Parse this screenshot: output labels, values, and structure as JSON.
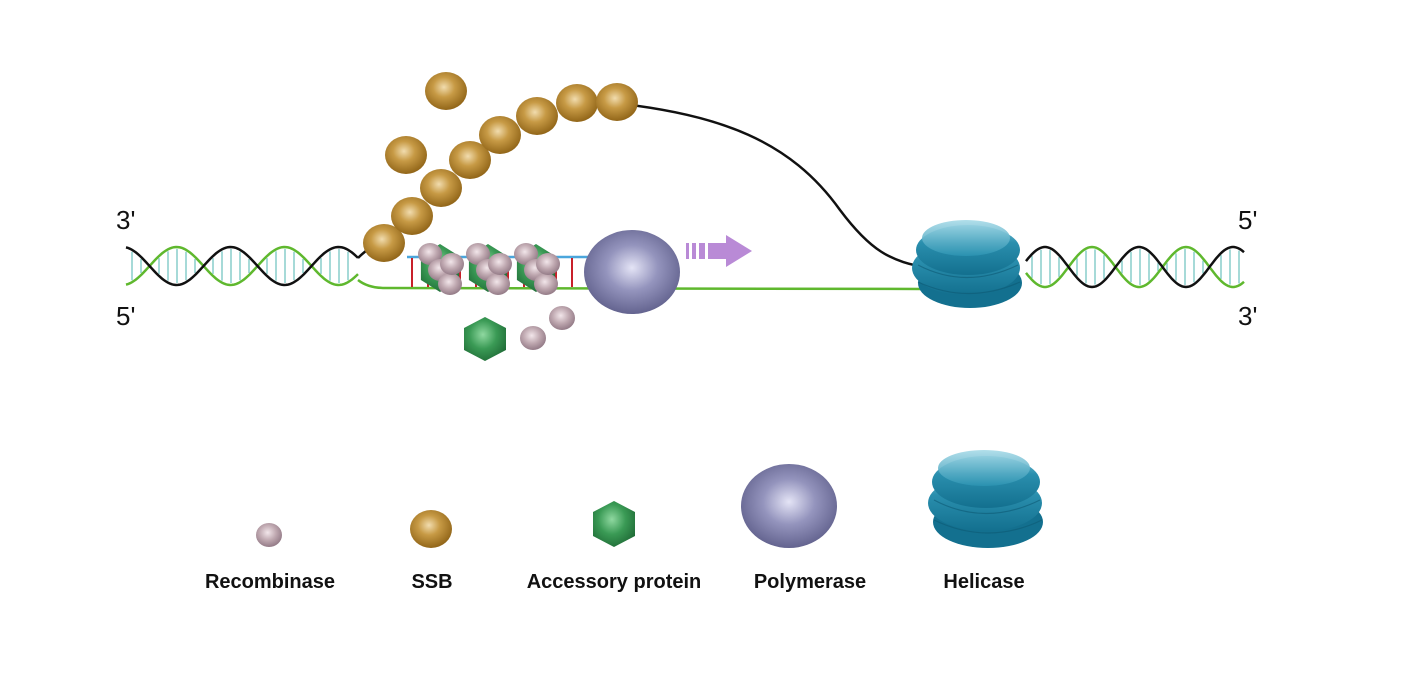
{
  "strand_ends": {
    "left_top": "3'",
    "left_bottom": "5'",
    "right_top": "5'",
    "right_bottom": "3'"
  },
  "legend": [
    {
      "key": "recombinase",
      "label": "Recombinase",
      "icon": "recombinase-icon"
    },
    {
      "key": "ssb",
      "label": "SSB",
      "icon": "ssb-icon"
    },
    {
      "key": "accessory",
      "label": "Accessory protein",
      "icon": "accessory-protein-icon"
    },
    {
      "key": "polymerase",
      "label": "Polymerase",
      "icon": "polymerase-icon"
    },
    {
      "key": "helicase",
      "label": "Helicase",
      "icon": "helicase-icon"
    }
  ],
  "colors": {
    "strand_black": "#111111",
    "strand_green": "#5fb82e",
    "base_pair": "#8fd0cf",
    "primer_blue": "#4aa6dc",
    "primer_red": "#c8202a",
    "ssb": "#a8781c",
    "recombinase": "#b69ea6",
    "accessory": "#2e8b4a",
    "polymerase": "#6c6c9a",
    "helicase": "#1d7fa0",
    "arrow": "#b98ad6"
  }
}
